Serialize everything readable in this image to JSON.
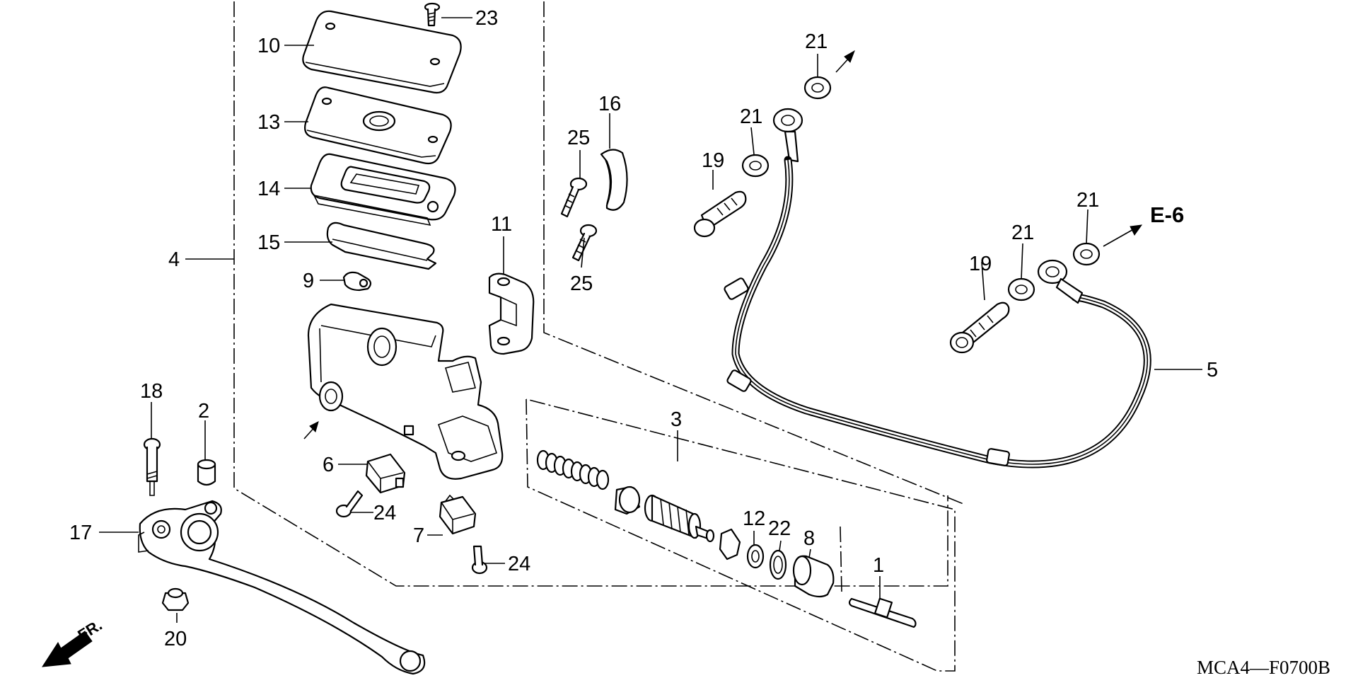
{
  "callouts": [
    {
      "id": "c23",
      "label": "23"
    },
    {
      "id": "c10",
      "label": "10"
    },
    {
      "id": "c13",
      "label": "13"
    },
    {
      "id": "c14",
      "label": "14"
    },
    {
      "id": "c15",
      "label": "15"
    },
    {
      "id": "c4",
      "label": "4"
    },
    {
      "id": "c9",
      "label": "9"
    },
    {
      "id": "c11",
      "label": "11"
    },
    {
      "id": "c16",
      "label": "16"
    },
    {
      "id": "c25a",
      "label": "25"
    },
    {
      "id": "c25b",
      "label": "25"
    },
    {
      "id": "c21a",
      "label": "21"
    },
    {
      "id": "c21b",
      "label": "21"
    },
    {
      "id": "c19a",
      "label": "19"
    },
    {
      "id": "c21c",
      "label": "21"
    },
    {
      "id": "c21d",
      "label": "21"
    },
    {
      "id": "c19b",
      "label": "19"
    },
    {
      "id": "c5",
      "label": "5"
    },
    {
      "id": "c18",
      "label": "18"
    },
    {
      "id": "c2",
      "label": "2"
    },
    {
      "id": "c6",
      "label": "6"
    },
    {
      "id": "c24a",
      "label": "24"
    },
    {
      "id": "c17",
      "label": "17"
    },
    {
      "id": "c7",
      "label": "7"
    },
    {
      "id": "c24b",
      "label": "24"
    },
    {
      "id": "c3",
      "label": "3"
    },
    {
      "id": "c12",
      "label": "12"
    },
    {
      "id": "c22",
      "label": "22"
    },
    {
      "id": "c8",
      "label": "8"
    },
    {
      "id": "c1",
      "label": "1"
    },
    {
      "id": "c20",
      "label": "20"
    }
  ],
  "ref_label": "E-6",
  "front_label": "FR.",
  "drawing_code": "MCA4—F0700B"
}
